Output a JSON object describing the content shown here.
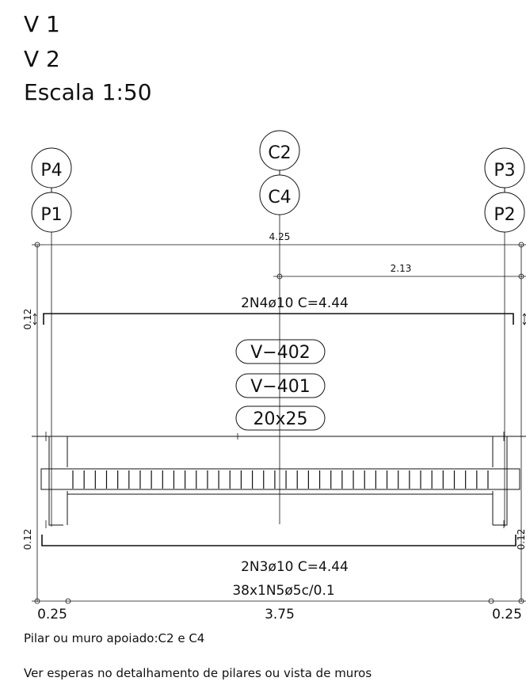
{
  "header": {
    "line1": "V  1",
    "line2": "V  2",
    "scale": "Escala  1:50"
  },
  "axes": {
    "left_top": "P4",
    "left_bottom": "P1",
    "center_top": "C2",
    "center_bottom": "C4",
    "right_top": "P3",
    "right_bottom": "P2"
  },
  "dimensions": {
    "total_span": "4.25",
    "half_span": "2.13",
    "top_cover": "0.12",
    "bottom_cover": "0.12",
    "left_support": "0.25",
    "clear_span": "3.75",
    "right_support": "0.25"
  },
  "rebars": {
    "top": "2N4ø10  C=4.44",
    "bottom": "2N3ø10  C=4.44",
    "stirrups": "38x1N5ø5c/0.1"
  },
  "beam_tags": {
    "upper": "V−402",
    "lower": "V−401",
    "section": "20x25"
  },
  "notes": {
    "support": "Pilar  ou  muro  apoiado:C2  e  C4",
    "reference": "Ver  esperas  no  detalhamento  de  pilares  ou  vista  de  muros"
  }
}
